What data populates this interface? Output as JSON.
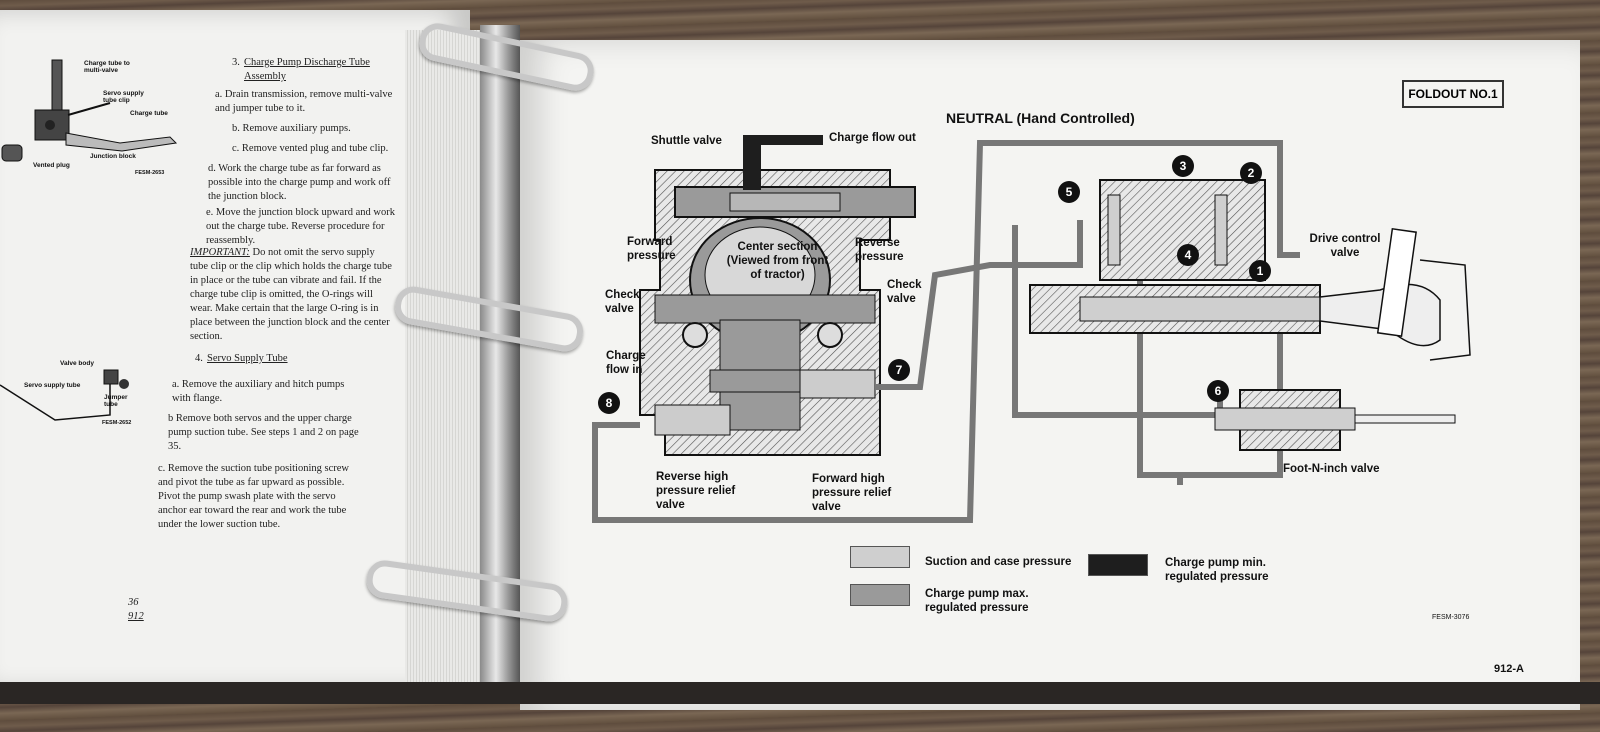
{
  "left_page": {
    "fig1_labels": {
      "charge_tube_to_multivalve": "Charge tube to multi-valve",
      "servo_supply_tube_clip": "Servo supply tube clip",
      "charge_tube": "Charge tube",
      "junction_block": "Junction block",
      "vented_plug": "Vented plug",
      "fig_code": "FESM-2653"
    },
    "section3_title": "Charge Pump Discharge Tube Assembly",
    "section3_num": "3.",
    "steps3": [
      "a.  Drain transmission, remove multi-valve and jumper tube to it.",
      "b.  Remove auxiliary pumps.",
      "c.  Remove vented plug and tube clip.",
      "d.  Work the charge tube as far forward as possible into the charge pump and work off the junction block.",
      "e.  Move the junction block upward and work out the charge tube.  Reverse procedure for reassembly."
    ],
    "important_label": "IMPORTANT:",
    "important_text": "Do not omit the servo supply tube clip or the clip which holds the charge tube in place or the tube can vibrate and fail.  If the charge tube clip is omitted, the O-rings will wear.  Make certain that the large O-ring is in place between the junction block and the center section.",
    "fig2_labels": {
      "valve_body": "Valve body",
      "servo_supply_tube": "Servo supply tube",
      "jumper_tube": "Jumper tube",
      "fig_code": "FESM-2652"
    },
    "section4_title": "Servo Supply Tube",
    "section4_num": "4.",
    "steps4": [
      "a.  Remove the auxiliary and hitch pumps with flange.",
      "b   Remove both servos and the upper charge pump suction tube.  See steps 1 and 2 on page 35.",
      "c.  Remove the suction tube positioning screw and pivot the tube as far upward as possible.  Pivot the pump swash plate with the servo anchor ear toward the rear and work the tube under the lower suction tube."
    ],
    "page_number": "36",
    "model": "912"
  },
  "right_page": {
    "foldout": "FOLDOUT NO.1",
    "title": "NEUTRAL  (Hand Controlled)",
    "labels": {
      "shuttle_valve": "Shuttle valve",
      "charge_flow_out": "Charge flow out",
      "forward_pressure": "Forward pressure",
      "center_section": "Center section (Viewed from front of tractor)",
      "reverse_pressure": "Reverse pressure",
      "check_valve_left": "Check valve",
      "check_valve_right": "Check valve",
      "charge_flow_in": "Charge flow in",
      "reverse_relief": "Reverse high pressure relief valve",
      "forward_relief": "Forward high pressure relief valve",
      "drive_control_valve": "Drive control valve",
      "foot_n_inch_valve": "Foot-N-inch valve"
    },
    "badges": [
      "1",
      "2",
      "3",
      "4",
      "5",
      "6",
      "7",
      "8"
    ],
    "legend": [
      {
        "label": "Suction and case pressure",
        "color": "#cfcfcf"
      },
      {
        "label": "Charge pump min. regulated pressure",
        "color": "#1e1e1e"
      },
      {
        "label": "Charge pump max. regulated pressure",
        "color": "#9a9a9a"
      }
    ],
    "fig_code": "FESM-3076",
    "page_id": "912-A"
  }
}
